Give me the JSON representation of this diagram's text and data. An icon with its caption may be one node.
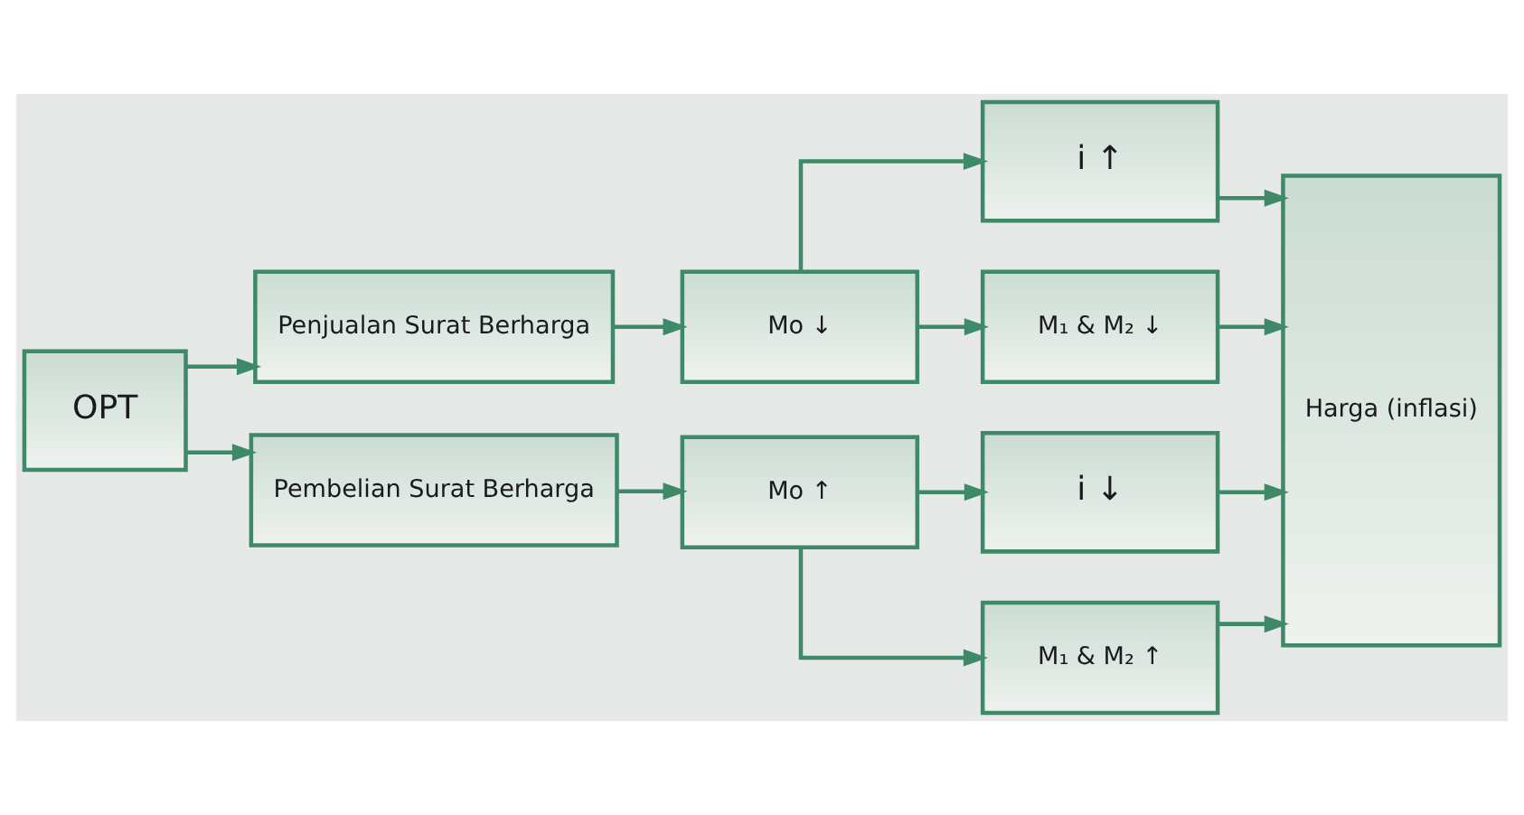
{
  "diagram": {
    "nodes": [
      {
        "text": [
          "OPT"
        ]
      },
      {
        "text": [
          "Penjualan Surat Berharga"
        ]
      },
      {
        "text": [
          "Pembelian Surat Berharga"
        ]
      },
      {
        "text": [
          "Mo ↓"
        ]
      },
      {
        "text": [
          "Mo ↑"
        ]
      },
      {
        "text": [
          "i ↑"
        ]
      },
      {
        "text": [
          "M₁ & M₂ ↓"
        ]
      },
      {
        "text": [
          "i ↓"
        ]
      },
      {
        "text": [
          "M₁ & M₂ ↑"
        ]
      },
      {
        "text": [
          "Harga (inflasi)"
        ]
      }
    ],
    "edges": [
      {
        "from": 0,
        "to": 1,
        "arrow": "to"
      },
      {
        "from": 0,
        "to": 2,
        "arrow": "to"
      },
      {
        "from": 1,
        "to": 3,
        "arrow": "to"
      },
      {
        "from": 2,
        "to": 4,
        "arrow": "to"
      },
      {
        "from": 3,
        "to": 5,
        "arrow": "to"
      },
      {
        "from": 3,
        "to": 6,
        "arrow": "to"
      },
      {
        "from": 4,
        "to": 7,
        "arrow": "to"
      },
      {
        "from": 4,
        "to": 8,
        "arrow": "to"
      },
      {
        "from": 5,
        "to": 9,
        "arrow": "to"
      },
      {
        "from": 6,
        "to": 9,
        "arrow": "to"
      },
      {
        "from": 7,
        "to": 9,
        "arrow": "to"
      },
      {
        "from": 8,
        "to": 9,
        "arrow": "to"
      }
    ]
  }
}
